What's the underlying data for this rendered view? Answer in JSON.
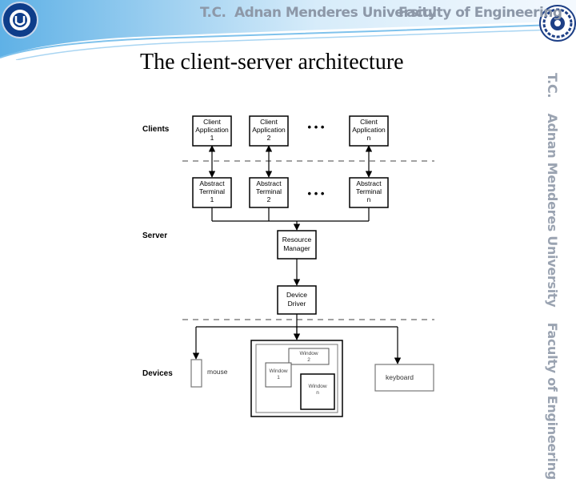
{
  "header": {
    "institution": "T.C.",
    "university": "Adnan Menderes University",
    "faculty": "Faculty of Engineering"
  },
  "side_banner": {
    "institution": "T.C.",
    "university": "Adnan Menderes University",
    "faculty": "Faculty of Engineering"
  },
  "slide": {
    "title": "The client-server architecture"
  },
  "diagram": {
    "layers": {
      "clients": "Clients",
      "server": "Server",
      "devices": "Devices"
    },
    "client_apps": [
      [
        "Client",
        "Application",
        "1"
      ],
      [
        "Client",
        "Application",
        "2"
      ],
      [
        "Client",
        "Application",
        "n"
      ]
    ],
    "terminals": [
      [
        "Abstract",
        "Terminal",
        "1"
      ],
      [
        "Abstract",
        "Terminal",
        "2"
      ],
      [
        "Abstract",
        "Terminal",
        "n"
      ]
    ],
    "ellipsis": "• • •",
    "resource_manager": [
      "Resource",
      "Manager"
    ],
    "device_driver": [
      "Device",
      "Driver"
    ],
    "mouse": "mouse",
    "keyboard": "keyboard",
    "windows": {
      "window1": [
        "Window",
        "1"
      ],
      "window2": [
        "Window",
        "2"
      ],
      "window_n": [
        "Window",
        "n"
      ]
    }
  }
}
